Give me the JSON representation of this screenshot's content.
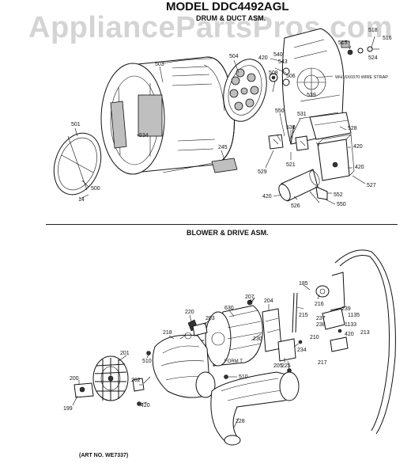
{
  "header": {
    "watermark": "AppliancePartsPros.com",
    "model": "MODEL DDC4492AGL",
    "section_drum": "DRUM & DUCT ASM.",
    "section_blower": "BLOWER & DRIVE ASM.",
    "art_no": "(ART NO. WE7337)"
  },
  "labels": {
    "drum": [
      "503",
      "504",
      "420",
      "540",
      "543",
      "506",
      "508",
      "539",
      "515",
      "518",
      "516",
      "524",
      "531",
      "534",
      "501",
      "500",
      "14",
      "245",
      "550",
      "530",
      "529",
      "521",
      "528",
      "420",
      "420",
      "527",
      "420",
      "526",
      "552",
      "550",
      "WH16X0370 WIRE STRAP"
    ],
    "blower": [
      "185",
      "216",
      "215",
      "239",
      "1135",
      "237",
      "238",
      "1133",
      "420",
      "213",
      "210",
      "217",
      "630",
      "207",
      "204",
      "220",
      "203",
      "218",
      "230",
      "205",
      "234",
      "225",
      "201",
      "202",
      "510",
      "510",
      "420",
      "200",
      "199",
      "228",
      "FORM T"
    ]
  }
}
